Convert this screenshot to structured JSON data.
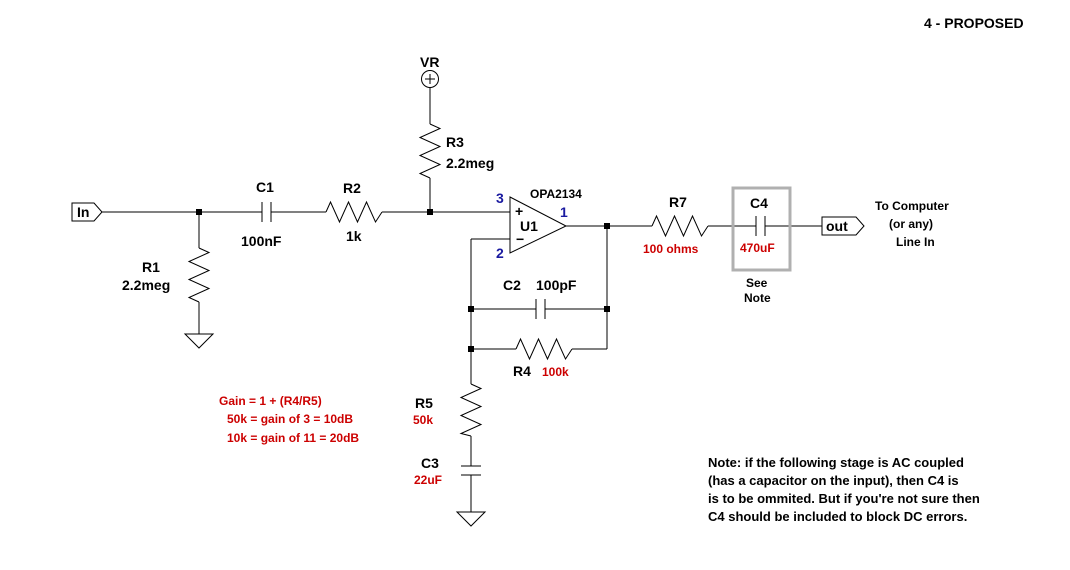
{
  "title": "4  -  PROPOSED",
  "ports": {
    "input": "In",
    "output": "out",
    "supply": "VR"
  },
  "components": {
    "R1": {
      "ref": "R1",
      "value": "2.2meg"
    },
    "C1": {
      "ref": "C1",
      "value": "100nF"
    },
    "R2": {
      "ref": "R2",
      "value": "1k"
    },
    "R3": {
      "ref": "R3",
      "value": "2.2meg"
    },
    "U1": {
      "ref": "U1",
      "part": "OPA2134",
      "pins": {
        "noninv": "3",
        "inv": "2",
        "out": "1"
      },
      "plus": "+",
      "minus": "−"
    },
    "C2": {
      "ref": "C2",
      "value": "100pF"
    },
    "R4": {
      "ref": "R4",
      "value": "100k"
    },
    "R5": {
      "ref": "R5",
      "value": "50k"
    },
    "C3": {
      "ref": "C3",
      "value": "22uF"
    },
    "R7": {
      "ref": "R7",
      "value": "100 ohms"
    },
    "C4": {
      "ref": "C4",
      "value": "470uF"
    }
  },
  "see_note": [
    "See",
    "Note"
  ],
  "destination": [
    "To Computer",
    "(or any)",
    "Line In"
  ],
  "gain_notes": [
    "Gain = 1 + (R4/R5)",
    "50k = gain of  3 = 10dB",
    "10k = gain of 11 = 20dB"
  ],
  "note": [
    "Note: if the following stage is AC coupled",
    "(has a capacitor on the input), then C4 is",
    "is to be ommited. But if you're not sure then",
    "C4 should be included to block DC errors."
  ],
  "colors": {
    "value_red": "#cc0000",
    "pin_blue": "#1a1aa0",
    "highlight_box": "#b0b0b0"
  }
}
